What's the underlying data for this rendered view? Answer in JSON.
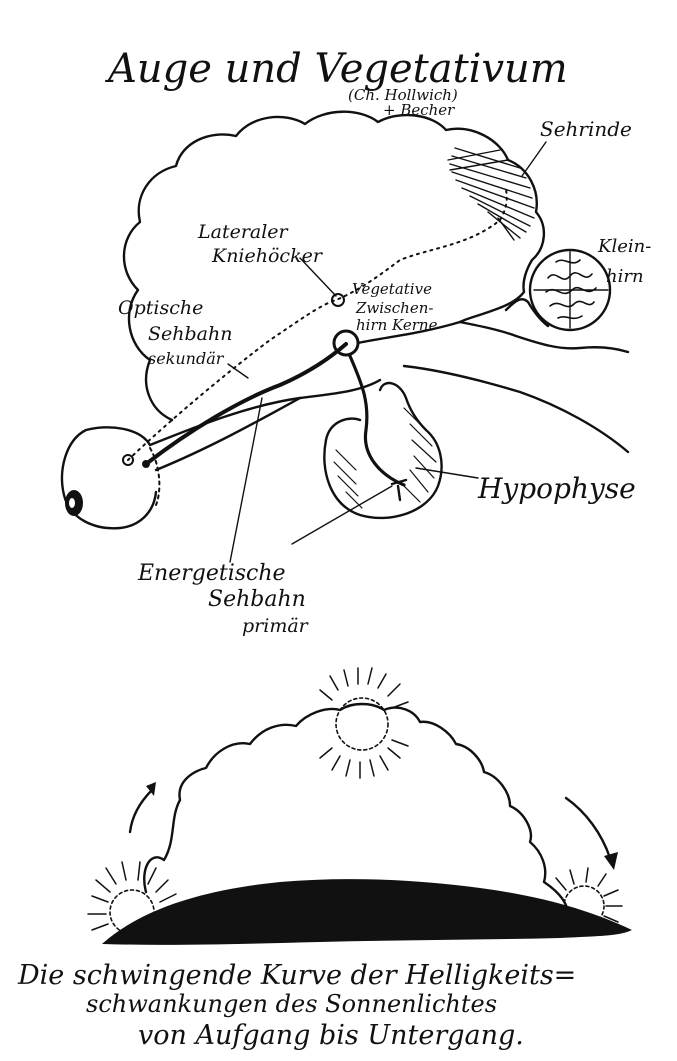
{
  "diagram": {
    "title": "Auge und Vegetativum",
    "attribution_1": "(Ch. Hollwich)",
    "attribution_2": "+ Becher",
    "labels": {
      "sehrinde": "Sehrinde",
      "kleinhirn_1": "Klein-",
      "kleinhirn_2": "hirn",
      "lateraler_1": "Lateraler",
      "lateraler_2": "Kniehöcker",
      "vegetative_1": "Vegetative",
      "vegetative_2": "Zwischen-",
      "vegetative_3": "hirn Kerne",
      "optische_1": "Optische",
      "optische_2": "Sehbahn",
      "optische_3": "sekundär",
      "hypophyse": "Hypophyse",
      "energetische_1": "Energetische",
      "energetische_2": "Sehbahn",
      "energetische_3": "primär"
    }
  },
  "sun_figure": {
    "caption_1": "Die schwingende Kurve der Helligkeits=",
    "caption_2": "schwankungen des Sonnenlichtes",
    "caption_3": "von Aufgang bis Untergang."
  },
  "colors": {
    "ink": "#111111",
    "paper": "#ffffff"
  }
}
